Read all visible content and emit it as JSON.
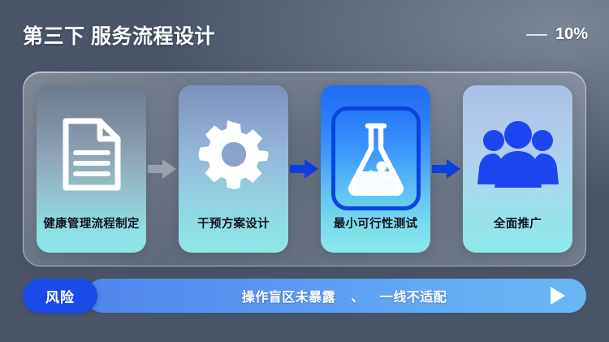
{
  "header": {
    "title": "第三下 服务流程设计",
    "progress_value": "10%",
    "progress_dash_icon": "horizontal-dash-icon"
  },
  "flow": {
    "steps": [
      {
        "label": "健康管理流程制定",
        "icon": "document-icon",
        "state": "inactive"
      },
      {
        "label": "干预方案设计",
        "icon": "gear-icon",
        "state": "inactive"
      },
      {
        "label": "最小可行性测试",
        "icon": "flask-icon",
        "state": "active"
      },
      {
        "label": "全面推广",
        "icon": "people-icon",
        "state": "inactive"
      }
    ],
    "arrows": [
      {
        "icon": "arrow-right-icon",
        "state": "inactive"
      },
      {
        "icon": "arrow-right-icon",
        "state": "active"
      },
      {
        "icon": "arrow-right-icon",
        "state": "active"
      }
    ]
  },
  "bottom": {
    "risk_label": "风险",
    "risk_item_1": "操作盲区未暴露",
    "risk_separator": "、",
    "risk_item_2": "一线不适配",
    "play_icon": "play-triangle-icon"
  },
  "colors": {
    "accent_blue": "#1a4ae8",
    "arrow_active": "#0b3fe2",
    "arrow_inactive": "#9aa4b0",
    "active_card_top": "#1f6cf4",
    "cyan_bottom": "#8ee9e9",
    "title_text": "#ffffff"
  }
}
